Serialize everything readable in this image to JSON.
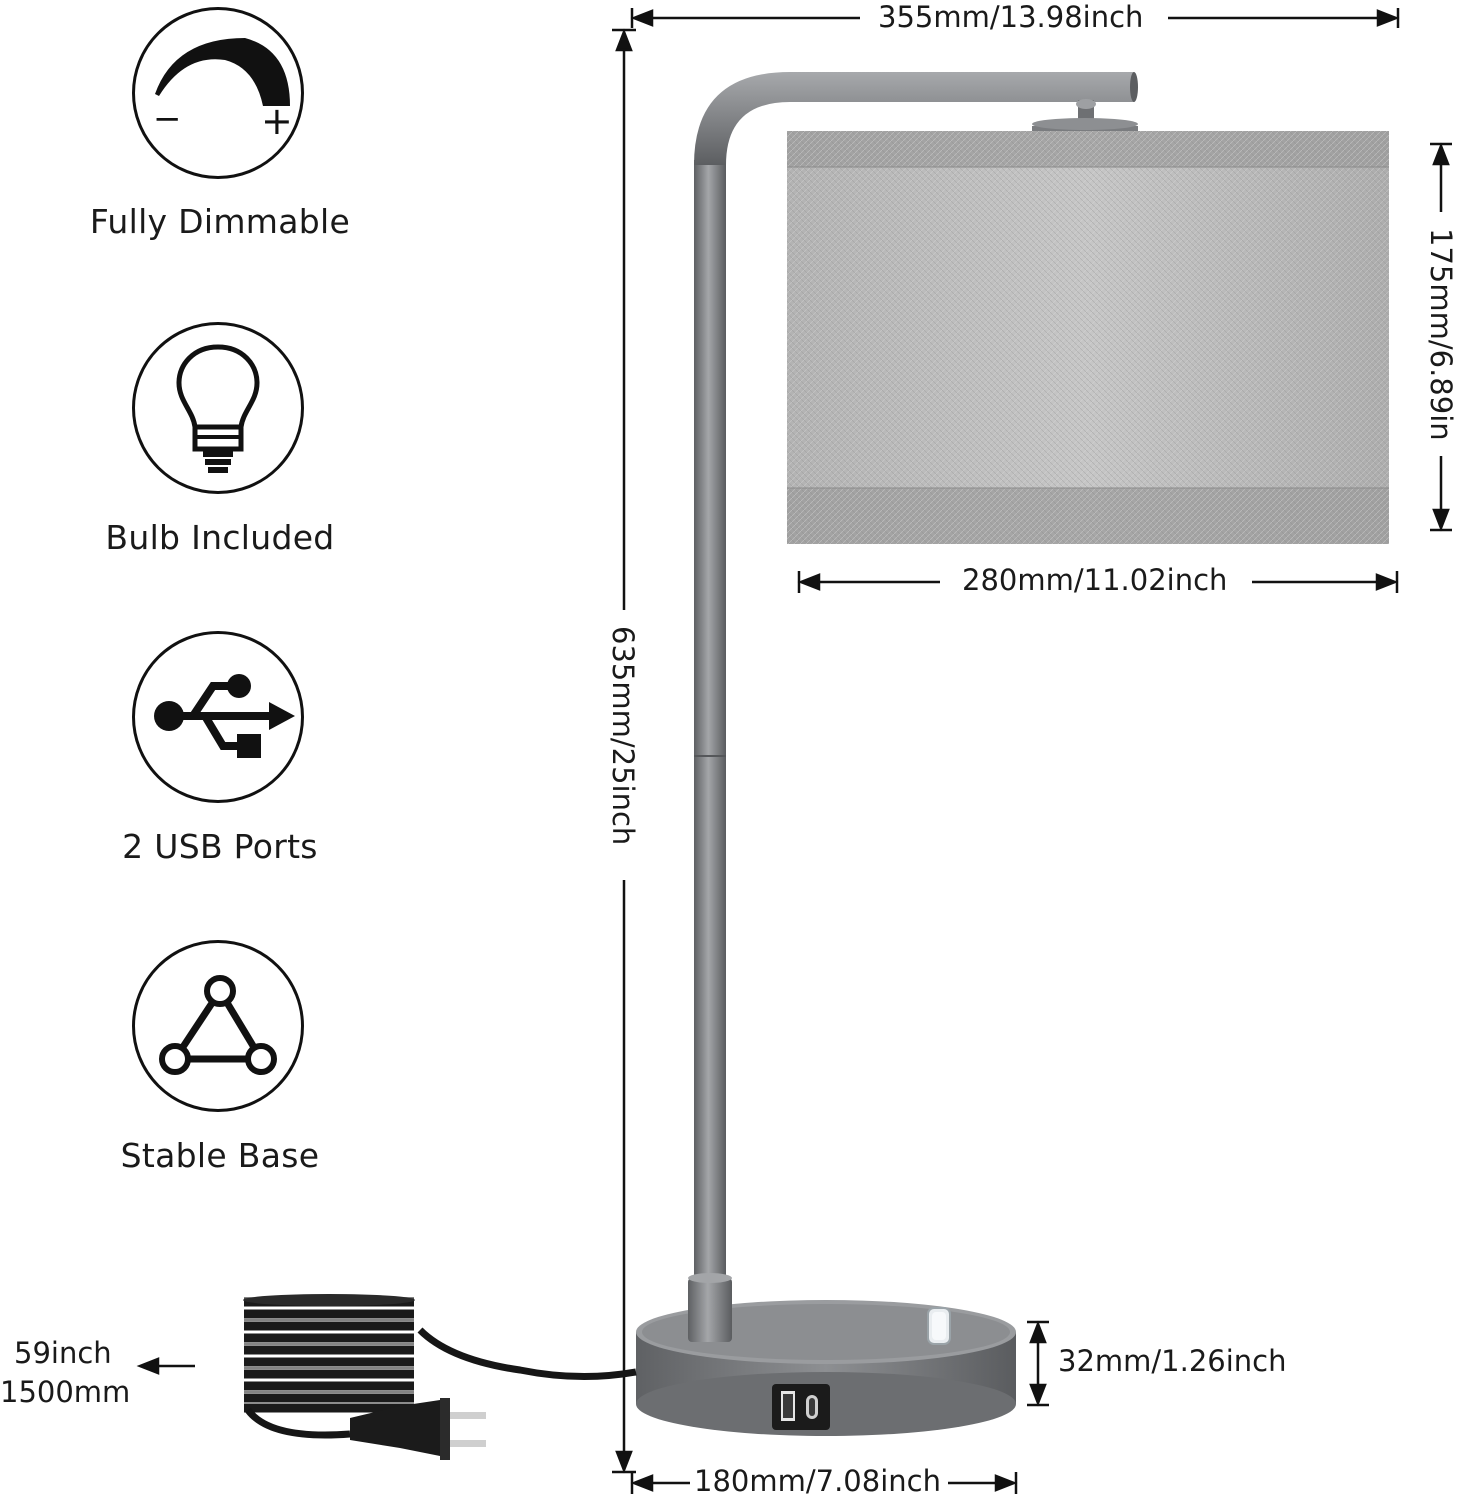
{
  "features": [
    {
      "label": "Fully Dimmable",
      "icon": "dimmer-icon"
    },
    {
      "label": "Bulb Included",
      "icon": "bulb-icon"
    },
    {
      "label": "2 USB Ports",
      "icon": "usb-icon"
    },
    {
      "label": "Stable Base",
      "icon": "triangle-base-icon"
    }
  ],
  "dimmer_icon": {
    "minus": "−",
    "plus": "+"
  },
  "dimensions": {
    "overall_width": "355mm/13.98inch",
    "overall_height": "635mm/25inch",
    "shade_height": "175mm/6.89in",
    "shade_width": "280mm/11.02inch",
    "base_height": "32mm/1.26inch",
    "base_width": "180mm/7.08inch"
  },
  "cord": {
    "length_in": "59inch",
    "length_mm": "1500mm"
  },
  "colors": {
    "lamp_metal": "#7d7f82",
    "shade": "#bdbdbd",
    "shade_trim": "#9a9a9a",
    "base": "#8a8c8f"
  }
}
